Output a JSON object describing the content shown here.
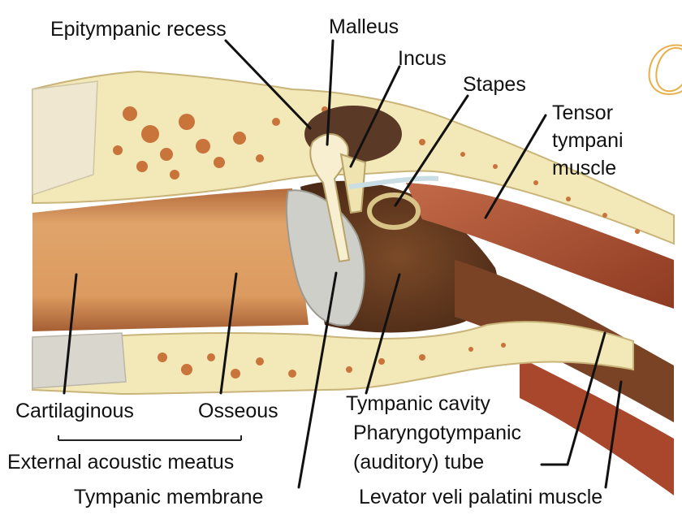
{
  "labels": {
    "epitympanic_recess": "Epitympanic recess",
    "malleus": "Malleus",
    "incus": "Incus",
    "stapes": "Stapes",
    "tensor_tympani_1": "Tensor",
    "tensor_tympani_2": "tympani",
    "tensor_tympani_3": "muscle",
    "cartilaginous": "Cartilaginous",
    "osseous": "Osseous",
    "external_acoustic_meatus": "External acoustic meatus",
    "tympanic_membrane": "Tympanic membrane",
    "tympanic_cavity": "Tympanic cavity",
    "pharyngotympanic_1": "Pharyngotympanic",
    "pharyngotympanic_2": "(auditory) tube",
    "levator": "Levator veli palatini muscle"
  },
  "colors": {
    "bone": "#f3e9b8",
    "bone_spots": "#c8743a",
    "canal": "#d99a5e",
    "cavity": "#6a3f22",
    "muscle": "#b4563a",
    "membrane": "#c9c9c4",
    "leader": "#111111"
  }
}
